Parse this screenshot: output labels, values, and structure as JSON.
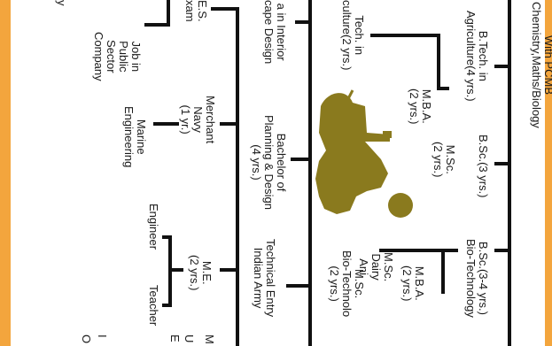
{
  "labels": {
    "pcm": "With PCMB\nChemistry,Maths/Biology",
    "btech_agri": "B.Tech. in\nAgriculture(4 yrs.)",
    "bsc3": "B.Sc.(3 yrs.)",
    "bsc_biotech": "B.Sc.(3-4 yrs.)\nBio-Technology",
    "mba_agri": "M.B.A.\n(2 yrs.)",
    "msc_agri": "M.Sc.\n(2 yrs.)",
    "mba_biotech": "M.B.A.\n(2 yrs.)",
    "msc_dairy": "M.Sc.\nDairy\nAni",
    "msc_biotech": "M.Sc.\nBio-Technolo\n(2 yrs.)",
    "mtech": "Tech. in\nculture(2 yrs.)",
    "interior": "a in Interior\ncape Design",
    "bachelor_planning": "Bachelor of\nPlanning & Design\n(4 yrs.)",
    "technical_entry": "Technical Entry\nIndian Army",
    "merchant_navy": "Merchant\nNavy\n(1 yr.)",
    "me": "M.E.\n(2 yrs.)",
    "ies": "E.S.\nxam",
    "marine": "Marine\nEngineering",
    "engineer": "Engineer",
    "teacher": "Teacher",
    "job_public": "Job in\nPublic\nSector\nCompany",
    "edge_M": "M",
    "edge_U": "U",
    "edge_E": "E",
    "edge_I": "I",
    "edge_O": "O",
    "edge_y": "y"
  },
  "colors": {
    "accent_strip": "#f3a53d",
    "line": "#111111",
    "tractor": "#8a7a1e"
  },
  "icons": {
    "tractor": "tractor-illustration"
  }
}
